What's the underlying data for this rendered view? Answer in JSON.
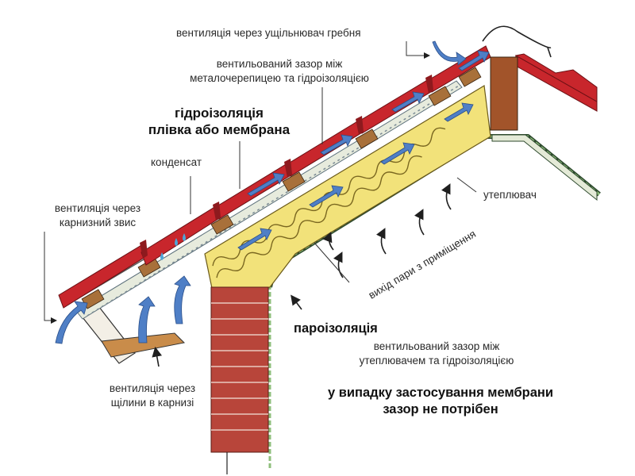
{
  "colors": {
    "tile": "#c8262c",
    "tile_dark": "#8e1a1e",
    "insulation": "#f2e27a",
    "brick": "#b8453a",
    "membrane": "#e7ebdd",
    "arrow_blue": "#4f7fc6",
    "batten": "#a8703a",
    "vapour_green": "#8fbf7c"
  },
  "labels": {
    "ridge_vent": "вентиляція через ущільнювач гребня",
    "gap_tile_line1": "вентильований зазор між",
    "gap_tile_line2": "металочерепицею та гідроізоляцією",
    "waterproof_line1": "гідроізоляція",
    "waterproof_line2": "плівка або мембрана",
    "condensate": "конденсат",
    "eave_vent_line1": "вентиляція через",
    "eave_vent_line2": "карнизний звис",
    "insulation": "утеплювач",
    "vapour_exit": "вихід пари з приміщення",
    "vapour_barrier": "пароізоляція",
    "gap_ins_line1": "вентильований зазор між",
    "gap_ins_line2": "утеплювачем та гідроізоляцією",
    "slot_vent_line1": "вентиляція через",
    "slot_vent_line2": "щілини в карнизі",
    "membrane_note_line1": "у випадку застосування мембрани",
    "membrane_note_line2": "зазор не потрібен"
  }
}
